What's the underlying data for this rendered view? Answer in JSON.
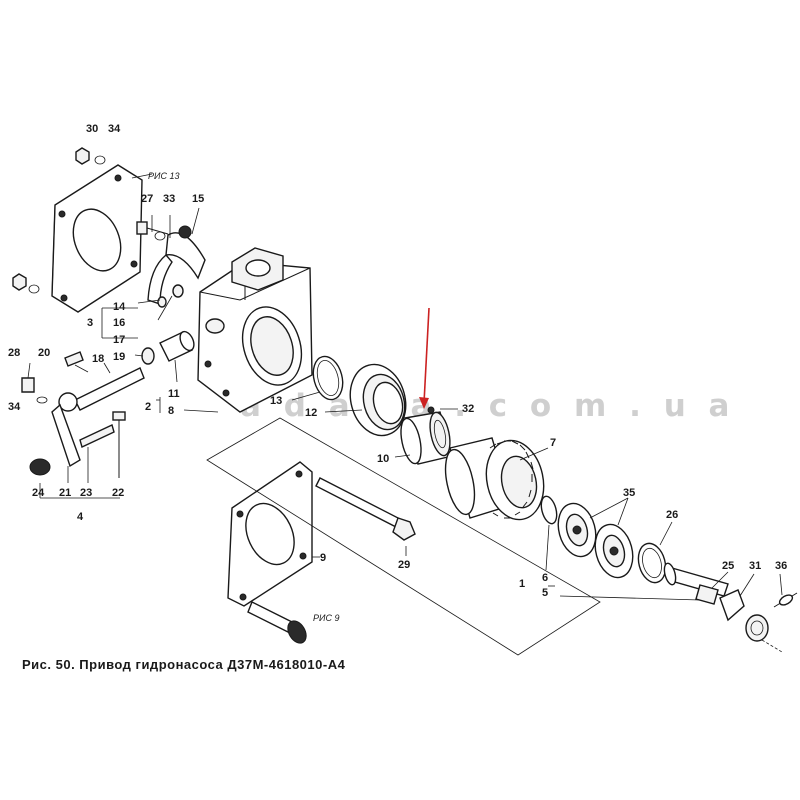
{
  "figure": {
    "caption": "Рис. 50. Привод гидронасоса Д37М-4618010-А4",
    "watermark": "a d a r a . c o m . u a",
    "references": {
      "ris13": "РИС 13",
      "ris9": "РИС 9"
    },
    "arrow_color": "#cc2222",
    "callouts": {
      "c30": "30",
      "c34a": "34",
      "c27": "27",
      "c33": "33",
      "c15": "15",
      "c14": "14",
      "c3": "3",
      "c16": "16",
      "c17": "17",
      "c28": "28",
      "c20": "20",
      "c18": "18",
      "c19": "19",
      "c11": "11",
      "c2": "2",
      "c8": "8",
      "c34b": "34",
      "c13": "13",
      "c12": "12",
      "c32": "32",
      "c10": "10",
      "c7": "7",
      "c24": "24",
      "c21": "21",
      "c23": "23",
      "c22": "22",
      "c4": "4",
      "c9": "9",
      "c29": "29",
      "c35": "35",
      "c26": "26",
      "c1": "1",
      "c6": "6",
      "c5": "5",
      "c25": "25",
      "c31": "31",
      "c36": "36"
    }
  }
}
